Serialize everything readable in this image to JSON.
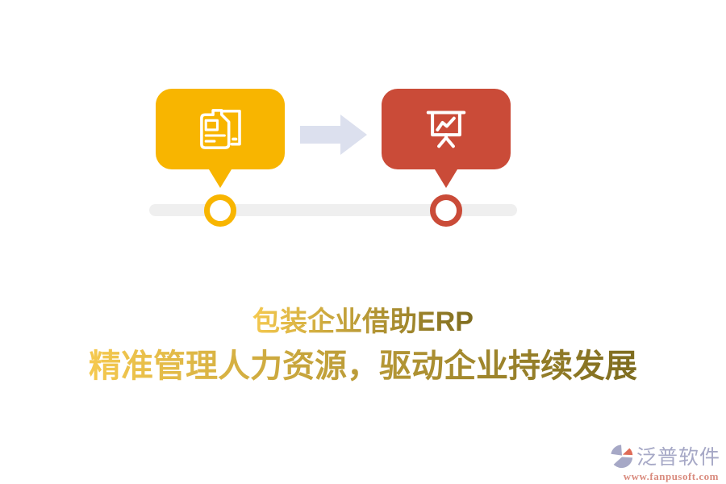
{
  "title": {
    "line1": "包装企业借助ERP",
    "line2": "精准管理人力资源，驱动企业持续发展"
  },
  "diagram": {
    "steps": [
      {
        "id": "step1",
        "icon": "documents-icon"
      },
      {
        "id": "step2",
        "icon": "presentation-chart-icon"
      }
    ],
    "connector": "right-block-arrow",
    "timeline_markers": 2
  },
  "footer": {
    "brand": "泛普软件",
    "url": "www.fanpusoft.com"
  },
  "colors": {
    "background": "#FFFFFF",
    "step1": "#F8B500",
    "step2": "#CA4B38",
    "arrow": "#DCE0EE",
    "track": "#EFEFEF",
    "icon": "#FFFFFF",
    "grad-from": "#F5C94F",
    "grad-to": "#7E6C1F",
    "brand": "#A6A8C6",
    "url": "#D98B7E"
  }
}
